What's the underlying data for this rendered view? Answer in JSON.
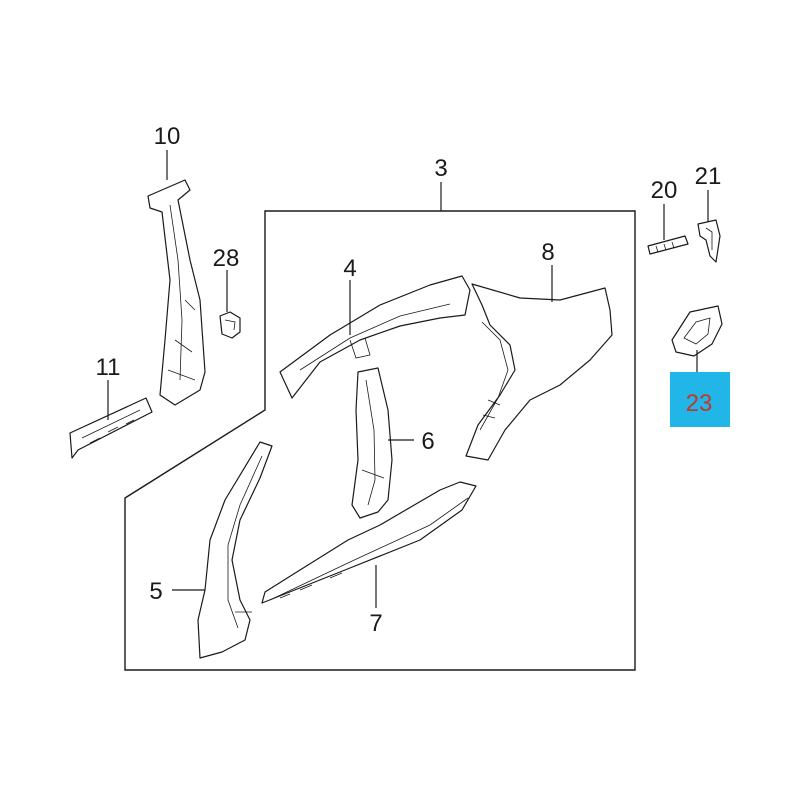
{
  "callouts": {
    "c3": "3",
    "c4": "4",
    "c5": "5",
    "c6": "6",
    "c7": "7",
    "c8": "8",
    "c10": "10",
    "c11": "11",
    "c20": "20",
    "c21": "21",
    "c23": "23",
    "c28": "28"
  },
  "colors": {
    "highlight_bg": "#21b5e8",
    "highlight_text": "#c0392b",
    "line": "#1a1a1a"
  }
}
